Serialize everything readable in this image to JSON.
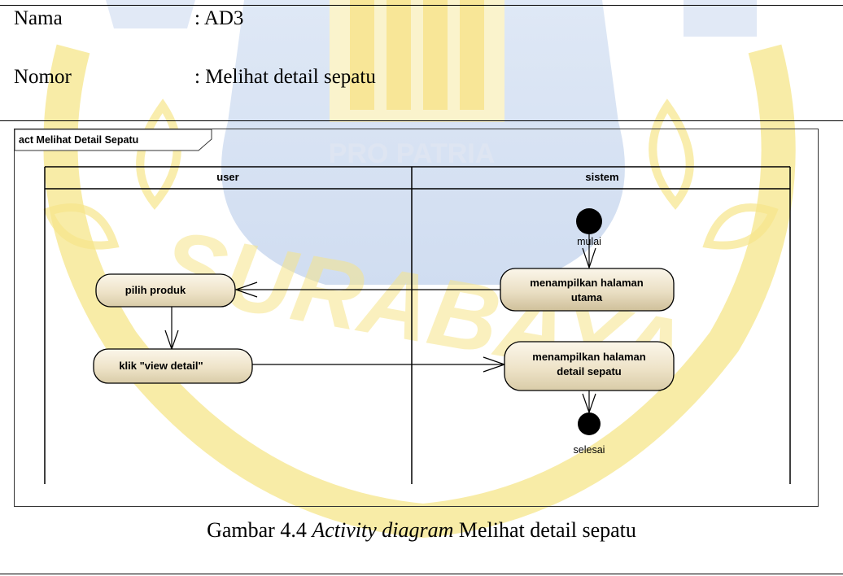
{
  "header": {
    "nama_label": "Nama",
    "nama_value": ": AD3",
    "nomor_label": "Nomor",
    "nomor_value": ": Melihat detail sepatu"
  },
  "diagram": {
    "frame_title": "act Melihat Detail Sepatu",
    "lanes": [
      "user",
      "sistem"
    ],
    "start_label": "mulai",
    "end_label": "selesai",
    "actions": {
      "pilih_produk": "pilih produk",
      "klik_view_detail": "klik \"view detail\"",
      "halaman_utama_1": "menampilkan halaman",
      "halaman_utama_2": "utama",
      "detail_sepatu_1": "menampilkan halaman",
      "detail_sepatu_2": "detail sepatu"
    },
    "colors": {
      "action_fill_top": "#fbf6ea",
      "action_fill_bottom": "#d6c9a6",
      "node": "#000000"
    }
  },
  "watermark": {
    "text": "PRO PATRIA",
    "text2": "SURABAYA",
    "color": "#f6e58a"
  },
  "caption": {
    "prefix": "Gambar 4.4 ",
    "italic": "Activity diagram",
    "suffix": " Melihat detail sepatu"
  }
}
